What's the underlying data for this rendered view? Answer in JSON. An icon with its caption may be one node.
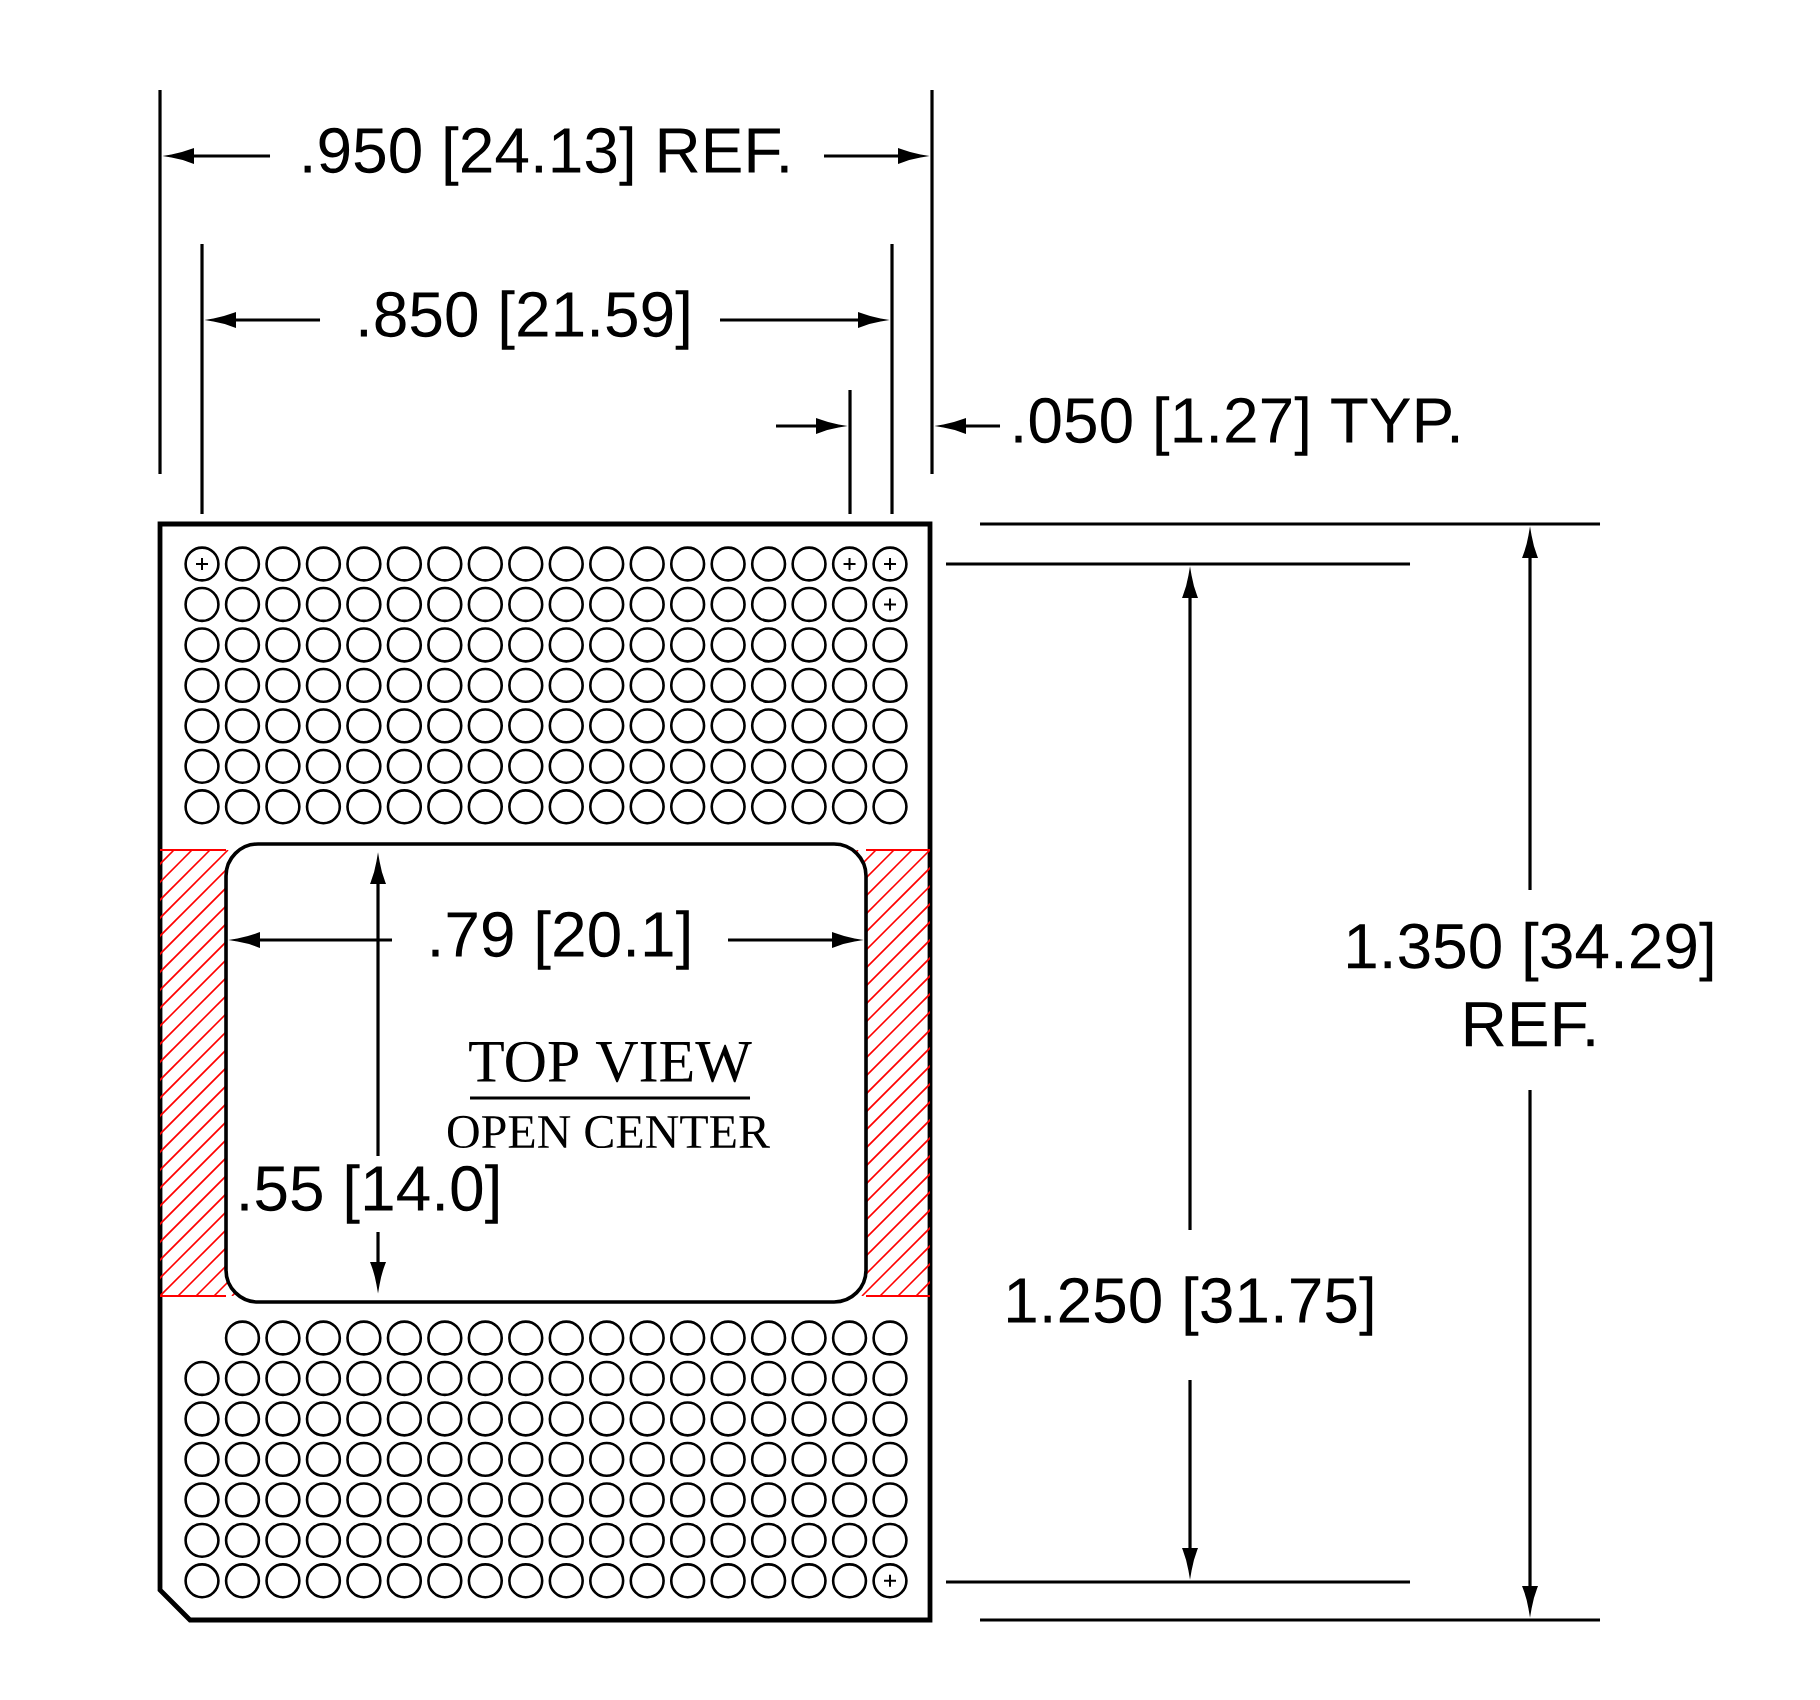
{
  "diagram": {
    "labels": [
      ".950 [24.13] REF.",
      ".850 [21.59]",
      ".050 [1.27] TYP.",
      ".79 [20.1]",
      "1.350 [34.29] REF.",
      "TOP VIEW",
      "OPEN CENTER",
      ".55 [14.0]",
      "1.250 [31.75]"
    ]
  }
}
